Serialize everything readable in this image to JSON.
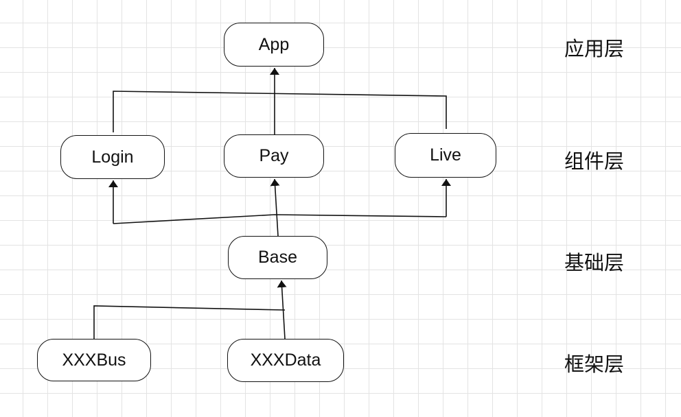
{
  "nodes": {
    "app": "App",
    "login": "Login",
    "pay": "Pay",
    "live": "Live",
    "base": "Base",
    "xxxbus": "XXXBus",
    "xxxdata": "XXXData"
  },
  "layers": {
    "application": "应用层",
    "component": "组件层",
    "foundation": "基础层",
    "framework": "框架层"
  },
  "colors": {
    "line": "#111111",
    "grid": "#e3e3e3",
    "background": "#ffffff"
  }
}
